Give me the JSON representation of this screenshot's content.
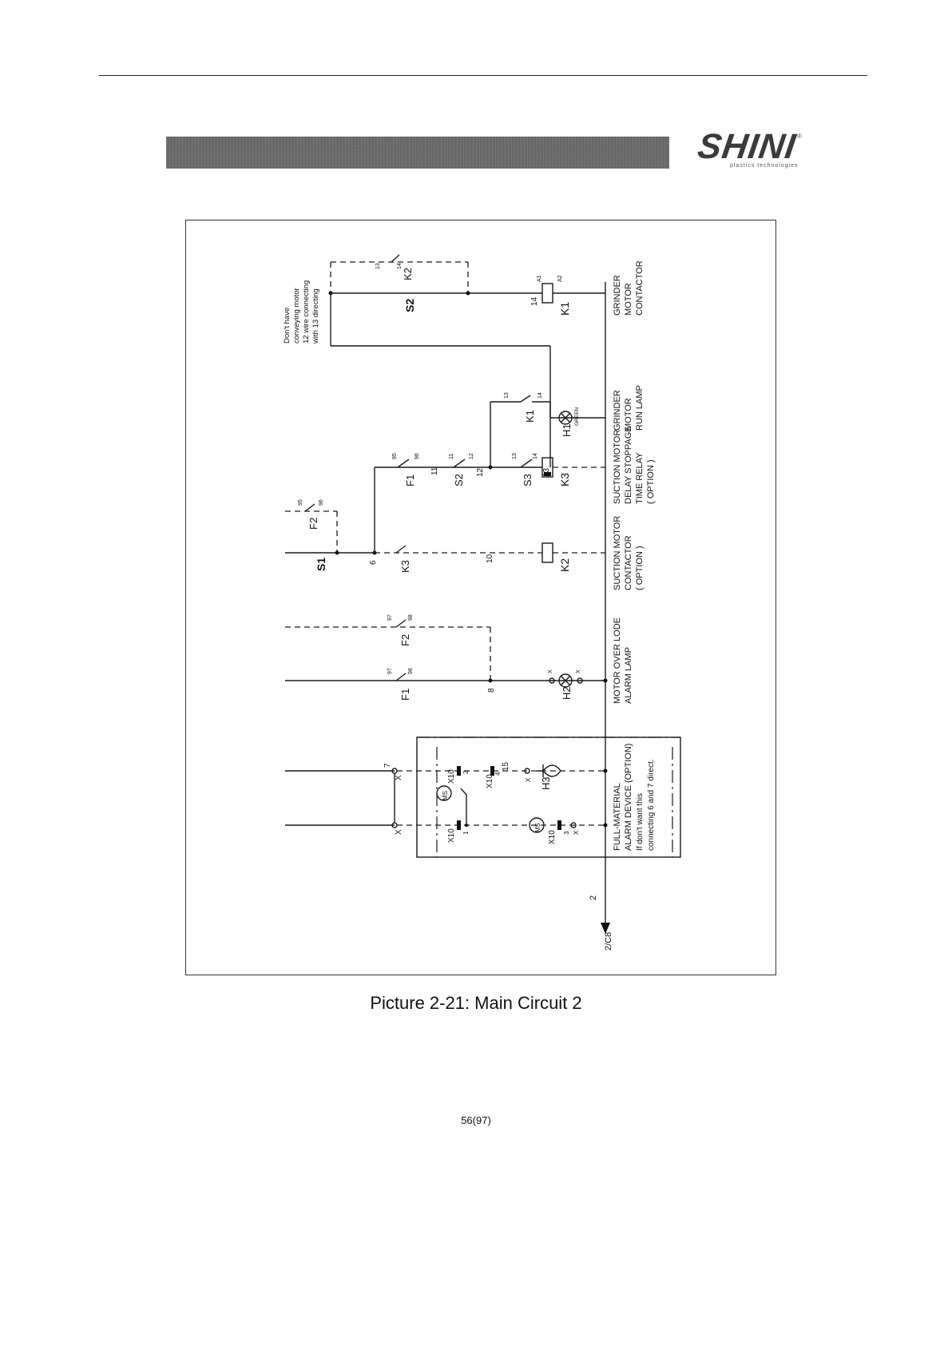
{
  "header": {
    "logo_text": "SHINI",
    "logo_tagline": "plastics technologies"
  },
  "diagram": {
    "labels": {
      "note": [
        "Don't have",
        "conveying motor",
        "12 wire connecting",
        "with 13 directing"
      ],
      "grinder_motor_contactor": [
        "GRINDER",
        "MOTOR",
        "CONTACTOR"
      ],
      "grinder_motor_run_lamp": [
        "GRINDER",
        "MOTOR",
        "RUN LAMP"
      ],
      "suction_motor_delay": [
        "SUCTION MOTOR",
        "DELAY STOPPAGE",
        "TIME RELAY",
        "( OPTION )"
      ],
      "suction_motor_contactor": [
        "SUCTION MOTOR",
        "CONTACTOR",
        "( OPTION )"
      ],
      "motor_overlode": [
        "MOTOR OVER LODE",
        "ALARM LAMP"
      ],
      "full_material": [
        "FULL-MATERIAL",
        "ALARM DEVICE (OPTION)",
        "If don't want this",
        "connecting 6 and 7 direct."
      ]
    },
    "components": {
      "K1": "K1",
      "K2": "K2",
      "K3": "K3",
      "S1": "S1",
      "S2": "S2",
      "S3": "S3",
      "F1": "F1",
      "F2": "F2",
      "H1": "H1",
      "H2": "H2",
      "H3": "H3",
      "X10": "X10",
      "MS": "MS",
      "X": "X",
      "green": "GREEN",
      "ref": "2/C8"
    },
    "wire_numbers": {
      "n2": "2",
      "n6": "6",
      "n7": "7",
      "n8": "8",
      "n10": "10",
      "n11": "11",
      "n12": "12",
      "n13": "13",
      "n14": "14",
      "n15": "15"
    },
    "terminals": {
      "t1": "1",
      "t2": "2",
      "t3": "3",
      "t4": "4",
      "t13": "13",
      "t14": "14",
      "t11": "11",
      "t12": "12",
      "t95": "95",
      "t96": "96",
      "t97": "97",
      "t98": "98",
      "tA1": "A1",
      "tA2": "A2",
      "t7": "7",
      "t8": "8"
    }
  },
  "caption": "Picture 2-21:  Main Circuit 2",
  "page_number": "56(97)"
}
